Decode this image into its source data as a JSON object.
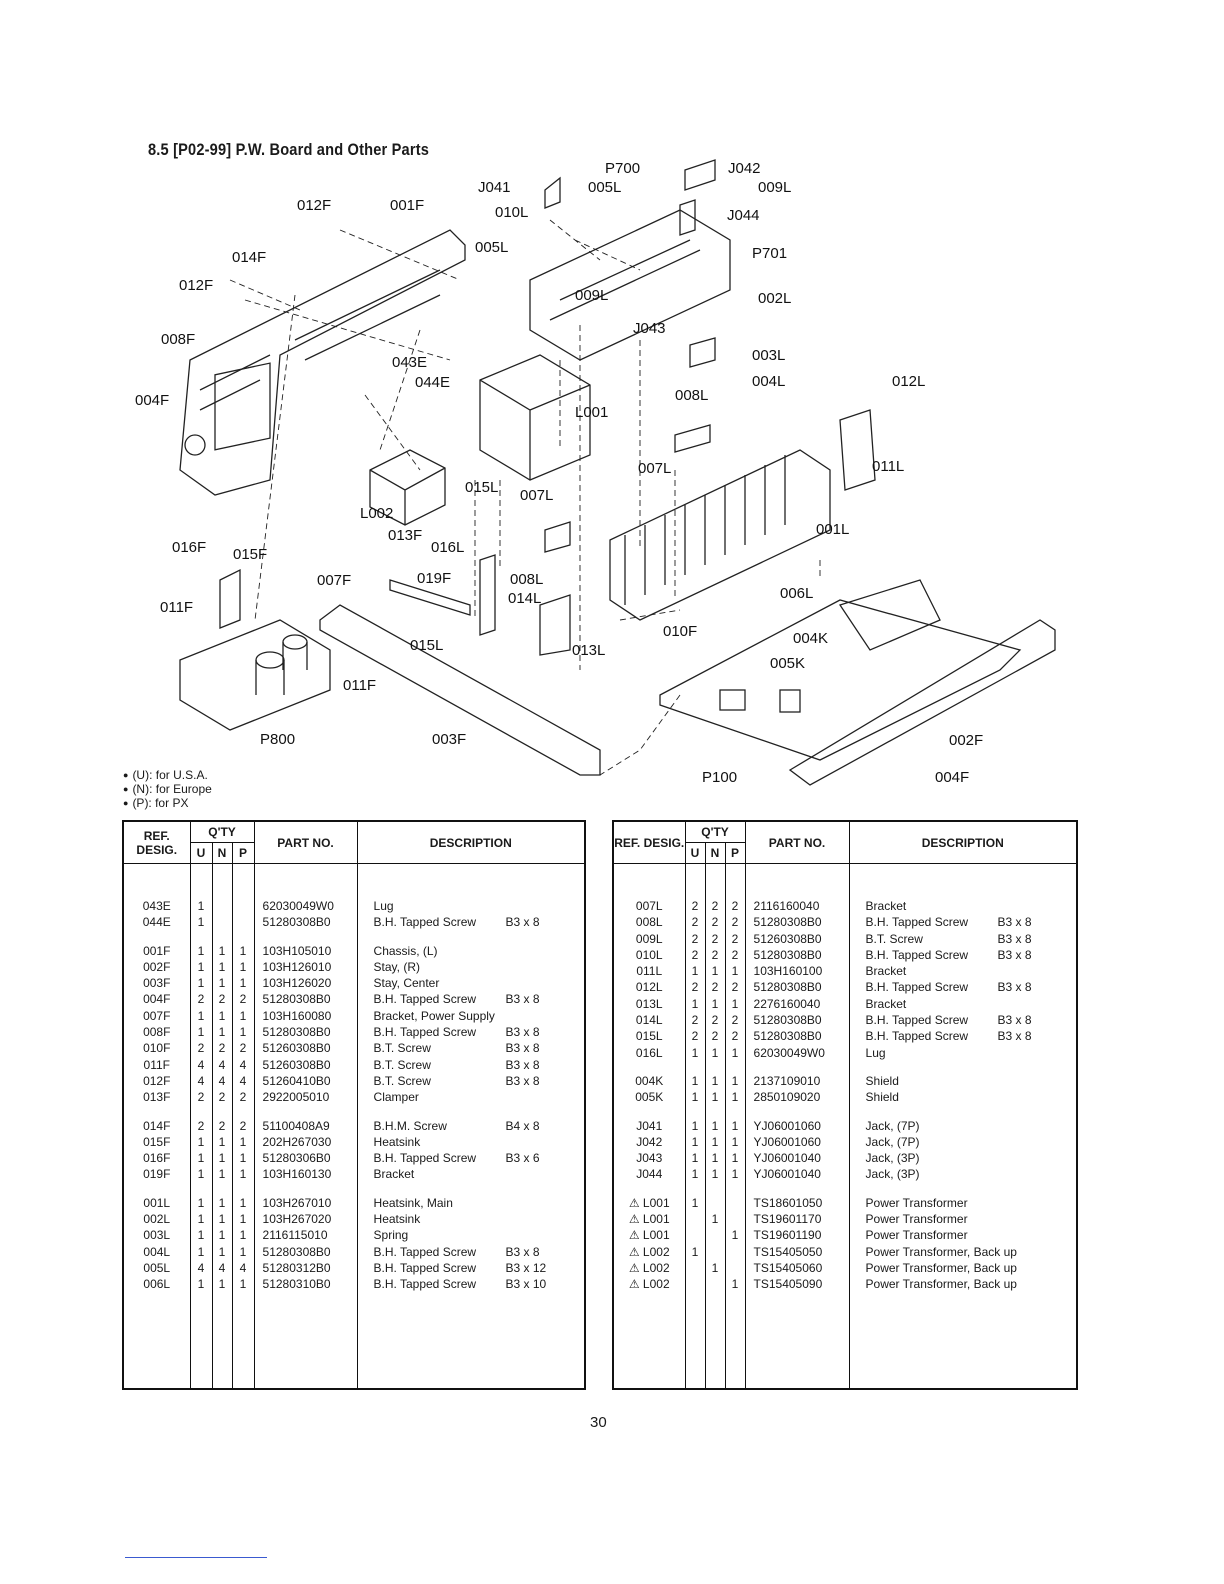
{
  "section_title": "8.5 [P02-99] P.W. Board and Other Parts",
  "diagram_labels": [
    "P700",
    "J042",
    "J041",
    "005L",
    "009L",
    "012F",
    "001F",
    "010L",
    "J044",
    "014F",
    "005L",
    "P701",
    "012F",
    "009L",
    "002L",
    "008F",
    "J043",
    "043E",
    "003L",
    "044E",
    "004L",
    "012L",
    "004F",
    "L001",
    "008L",
    "011L",
    "007L",
    "015L",
    "007L",
    "L002",
    "001L",
    "013F",
    "016L",
    "016F",
    "015F",
    "007F",
    "019F",
    "008L",
    "006L",
    "014L",
    "011F",
    "010F",
    "004K",
    "015L",
    "013L",
    "005K",
    "011F",
    "P800",
    "003F",
    "002F",
    "P100",
    "004F"
  ],
  "legend": [
    "(U): for U.S.A.",
    "(N): for Europe",
    "(P): for PX"
  ],
  "table_headers": {
    "ref": "REF. DESIG.",
    "qty": "Q'TY",
    "u": "U",
    "n": "N",
    "p": "P",
    "part": "PART NO.",
    "desc": "DESCRIPTION"
  },
  "left_table": [
    [
      {
        "ref": "043E",
        "u": "1",
        "n": "",
        "p": "",
        "part": "62030049W0",
        "desc": "Lug",
        "size": ""
      },
      {
        "ref": "044E",
        "u": "1",
        "n": "",
        "p": "",
        "part": "51280308B0",
        "desc": "B.H. Tapped Screw",
        "size": "B3 x 8"
      }
    ],
    [
      {
        "ref": "001F",
        "u": "1",
        "n": "1",
        "p": "1",
        "part": "103H105010",
        "desc": "Chassis, (L)",
        "size": ""
      },
      {
        "ref": "002F",
        "u": "1",
        "n": "1",
        "p": "1",
        "part": "103H126010",
        "desc": "Stay, (R)",
        "size": ""
      },
      {
        "ref": "003F",
        "u": "1",
        "n": "1",
        "p": "1",
        "part": "103H126020",
        "desc": "Stay, Center",
        "size": ""
      },
      {
        "ref": "004F",
        "u": "2",
        "n": "2",
        "p": "2",
        "part": "51280308B0",
        "desc": "B.H. Tapped Screw",
        "size": "B3 x 8"
      },
      {
        "ref": "007F",
        "u": "1",
        "n": "1",
        "p": "1",
        "part": "103H160080",
        "desc": "Bracket, Power Supply",
        "size": ""
      },
      {
        "ref": "008F",
        "u": "1",
        "n": "1",
        "p": "1",
        "part": "51280308B0",
        "desc": "B.H. Tapped Screw",
        "size": "B3 x 8"
      },
      {
        "ref": "010F",
        "u": "2",
        "n": "2",
        "p": "2",
        "part": "51260308B0",
        "desc": "B.T. Screw",
        "size": "B3 x 8"
      },
      {
        "ref": "011F",
        "u": "4",
        "n": "4",
        "p": "4",
        "part": "51260308B0",
        "desc": "B.T. Screw",
        "size": "B3 x 8"
      },
      {
        "ref": "012F",
        "u": "4",
        "n": "4",
        "p": "4",
        "part": "51260410B0",
        "desc": "B.T. Screw",
        "size": "B3 x 8"
      },
      {
        "ref": "013F",
        "u": "2",
        "n": "2",
        "p": "2",
        "part": "2922005010",
        "desc": "Clamper",
        "size": ""
      }
    ],
    [
      {
        "ref": "014F",
        "u": "2",
        "n": "2",
        "p": "2",
        "part": "51100408A9",
        "desc": "B.H.M. Screw",
        "size": "B4 x 8"
      },
      {
        "ref": "015F",
        "u": "1",
        "n": "1",
        "p": "1",
        "part": "202H267030",
        "desc": "Heatsink",
        "size": ""
      },
      {
        "ref": "016F",
        "u": "1",
        "n": "1",
        "p": "1",
        "part": "51280306B0",
        "desc": "B.H. Tapped Screw",
        "size": "B3 x 6"
      },
      {
        "ref": "019F",
        "u": "1",
        "n": "1",
        "p": "1",
        "part": "103H160130",
        "desc": "Bracket",
        "size": ""
      }
    ],
    [
      {
        "ref": "001L",
        "u": "1",
        "n": "1",
        "p": "1",
        "part": "103H267010",
        "desc": "Heatsink, Main",
        "size": ""
      },
      {
        "ref": "002L",
        "u": "1",
        "n": "1",
        "p": "1",
        "part": "103H267020",
        "desc": "Heatsink",
        "size": ""
      },
      {
        "ref": "003L",
        "u": "1",
        "n": "1",
        "p": "1",
        "part": "2116115010",
        "desc": "Spring",
        "size": ""
      },
      {
        "ref": "004L",
        "u": "1",
        "n": "1",
        "p": "1",
        "part": "51280308B0",
        "desc": "B.H. Tapped Screw",
        "size": "B3 x 8"
      },
      {
        "ref": "005L",
        "u": "4",
        "n": "4",
        "p": "4",
        "part": "51280312B0",
        "desc": "B.H. Tapped Screw",
        "size": "B3 x 12"
      },
      {
        "ref": "006L",
        "u": "1",
        "n": "1",
        "p": "1",
        "part": "51280310B0",
        "desc": "B.H. Tapped Screw",
        "size": "B3 x 10"
      }
    ]
  ],
  "right_table": [
    [
      {
        "ref": "007L",
        "u": "2",
        "n": "2",
        "p": "2",
        "part": "2116160040",
        "desc": "Bracket",
        "size": ""
      },
      {
        "ref": "008L",
        "u": "2",
        "n": "2",
        "p": "2",
        "part": "51280308B0",
        "desc": "B.H. Tapped Screw",
        "size": "B3 x 8"
      },
      {
        "ref": "009L",
        "u": "2",
        "n": "2",
        "p": "2",
        "part": "51260308B0",
        "desc": "B.T. Screw",
        "size": "B3 x 8"
      },
      {
        "ref": "010L",
        "u": "2",
        "n": "2",
        "p": "2",
        "part": "51280308B0",
        "desc": "B.H. Tapped Screw",
        "size": "B3 x 8"
      },
      {
        "ref": "011L",
        "u": "1",
        "n": "1",
        "p": "1",
        "part": "103H160100",
        "desc": "Bracket",
        "size": ""
      },
      {
        "ref": "012L",
        "u": "2",
        "n": "2",
        "p": "2",
        "part": "51280308B0",
        "desc": "B.H. Tapped Screw",
        "size": "B3 x 8"
      },
      {
        "ref": "013L",
        "u": "1",
        "n": "1",
        "p": "1",
        "part": "2276160040",
        "desc": "Bracket",
        "size": ""
      },
      {
        "ref": "014L",
        "u": "2",
        "n": "2",
        "p": "2",
        "part": "51280308B0",
        "desc": "B.H. Tapped Screw",
        "size": "B3 x 8"
      },
      {
        "ref": "015L",
        "u": "2",
        "n": "2",
        "p": "2",
        "part": "51280308B0",
        "desc": "B.H. Tapped Screw",
        "size": "B3 x 8"
      },
      {
        "ref": "016L",
        "u": "1",
        "n": "1",
        "p": "1",
        "part": "62030049W0",
        "desc": "Lug",
        "size": ""
      }
    ],
    [
      {
        "ref": "004K",
        "u": "1",
        "n": "1",
        "p": "1",
        "part": "2137109010",
        "desc": "Shield",
        "size": ""
      },
      {
        "ref": "005K",
        "u": "1",
        "n": "1",
        "p": "1",
        "part": "2850109020",
        "desc": "Shield",
        "size": ""
      }
    ],
    [
      {
        "ref": "J041",
        "u": "1",
        "n": "1",
        "p": "1",
        "part": "YJ06001060",
        "desc": "Jack, (7P)",
        "size": ""
      },
      {
        "ref": "J042",
        "u": "1",
        "n": "1",
        "p": "1",
        "part": "YJ06001060",
        "desc": "Jack, (7P)",
        "size": ""
      },
      {
        "ref": "J043",
        "u": "1",
        "n": "1",
        "p": "1",
        "part": "YJ06001040",
        "desc": "Jack, (3P)",
        "size": ""
      },
      {
        "ref": "J044",
        "u": "1",
        "n": "1",
        "p": "1",
        "part": "YJ06001040",
        "desc": "Jack, (3P)",
        "size": ""
      }
    ],
    [
      {
        "ref": "⚠ L001",
        "u": "1",
        "n": "",
        "p": "",
        "part": "TS18601050",
        "desc": "Power Transformer",
        "size": ""
      },
      {
        "ref": "⚠ L001",
        "u": "",
        "n": "1",
        "p": "",
        "part": "TS19601170",
        "desc": "Power Transformer",
        "size": ""
      },
      {
        "ref": "⚠ L001",
        "u": "",
        "n": "",
        "p": "1",
        "part": "TS19601190",
        "desc": "Power Transformer",
        "size": ""
      },
      {
        "ref": "⚠ L002",
        "u": "1",
        "n": "",
        "p": "",
        "part": "TS15405050",
        "desc": "Power Transformer, Back up",
        "size": ""
      },
      {
        "ref": "⚠ L002",
        "u": "",
        "n": "1",
        "p": "",
        "part": "TS15405060",
        "desc": "Power Transformer, Back up",
        "size": ""
      },
      {
        "ref": "⚠ L002",
        "u": "",
        "n": "",
        "p": "1",
        "part": "TS15405090",
        "desc": "Power Transformer, Back up",
        "size": ""
      }
    ]
  ],
  "page_number": "30"
}
